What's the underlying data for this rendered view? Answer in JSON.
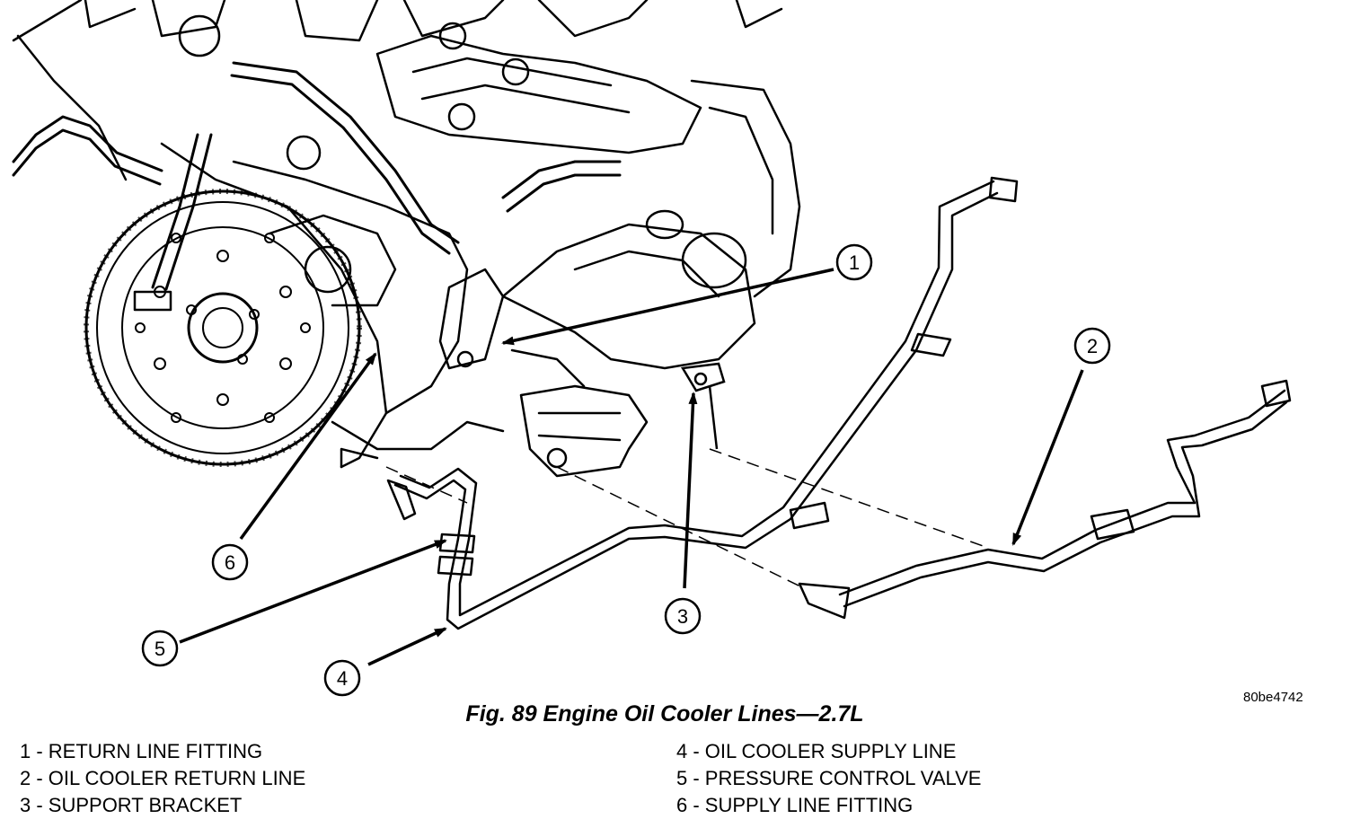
{
  "figure": {
    "caption": "Fig. 89 Engine Oil Cooler Lines—2.7L",
    "reference_code": "80be4742"
  },
  "callouts": [
    {
      "number": "1",
      "label": "RETURN LINE FITTING"
    },
    {
      "number": "2",
      "label": "OIL COOLER RETURN LINE"
    },
    {
      "number": "3",
      "label": "SUPPORT BRACKET"
    },
    {
      "number": "4",
      "label": "OIL COOLER SUPPLY LINE"
    },
    {
      "number": "5",
      "label": "PRESSURE CONTROL VALVE"
    },
    {
      "number": "6",
      "label": "SUPPLY LINE FITTING"
    }
  ],
  "legend": {
    "left": [
      "1 - RETURN LINE FITTING",
      "2 - OIL COOLER RETURN LINE",
      "3 - SUPPORT BRACKET"
    ],
    "right": [
      "4 - OIL COOLER SUPPLY LINE",
      "5 - PRESSURE CONTROL VALVE",
      "6 - SUPPLY LINE FITTING"
    ]
  }
}
